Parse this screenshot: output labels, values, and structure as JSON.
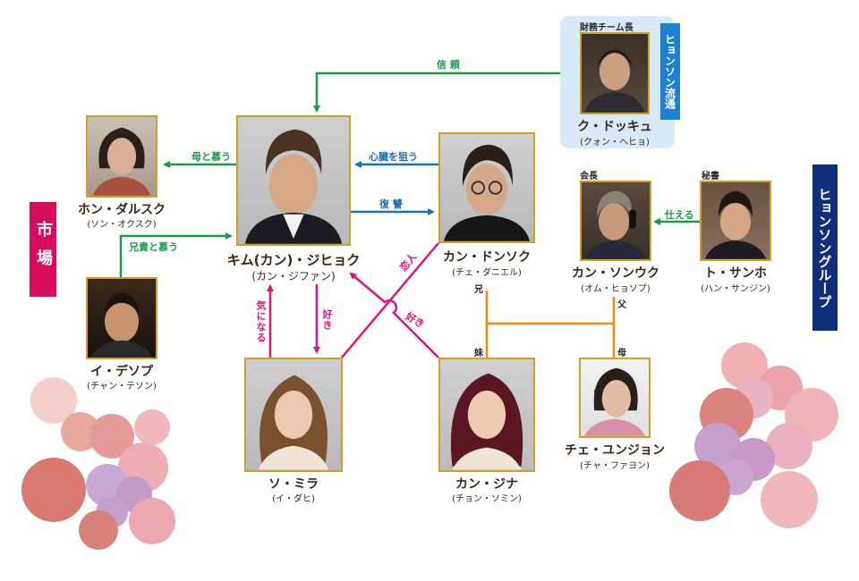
{
  "colors": {
    "green": "#1a9a4a",
    "blue": "#1f6fb5",
    "pink": "#e0127c",
    "orange": "#f08a0c",
    "frame": "#c9a227",
    "market_label": "#d70c5c",
    "hyunsung_group_label": "#0f2f7a",
    "hyunsung_retail_label": "#1f7fd0",
    "hyunsung_retail_box": "#d6eaf8"
  },
  "groups": {
    "market": "市場",
    "hyunsung_group": "ヒョンソングループ",
    "hyunsung_retail": "ヒョンソン流通"
  },
  "characters": {
    "kim_jihyuk": {
      "name": "キム(カン)・ジヒョク",
      "actor": "(カン・ジファン)",
      "role": ""
    },
    "kang_dongsuk": {
      "name": "カン・ドンソク",
      "actor": "(チェ・ダニエル)",
      "role": ""
    },
    "hong_dalsuk": {
      "name": "ホン・ダルスク",
      "actor": "(ソン・オクスク)",
      "role": ""
    },
    "lee_daesub": {
      "name": "イ・デソプ",
      "actor": "(チャン・テソン)",
      "role": ""
    },
    "so_mira": {
      "name": "ソ・ミラ",
      "actor": "(イ・ダヒ)",
      "role": ""
    },
    "kang_jina": {
      "name": "カン・ジナ",
      "actor": "(チョン・ソミン)",
      "role": ""
    },
    "ku_dukhyu": {
      "name": "ク・ドッキュ",
      "actor": "(クォン・ヘヒョ)",
      "role": "財務チーム長"
    },
    "kang_sungwook": {
      "name": "カン・ソンウク",
      "actor": "(オム・ヒョソプ)",
      "role": "会長"
    },
    "do_sangho": {
      "name": "ト・サンホ",
      "actor": "(ハン・サンジン)",
      "role": "秘書"
    },
    "choi_eunjung": {
      "name": "チェ・ユンジョン",
      "actor": "(チャ・ファヨン)",
      "role": ""
    }
  },
  "relations": {
    "trust": "信 頼",
    "mother_like": "母と慕う",
    "brother_like": "兄貴と慕う",
    "target_heart": "心臓を狙う",
    "revenge": "復 讐",
    "serves": "仕える",
    "lover": "恋人",
    "likes_1": "好き",
    "likes_2": "好き",
    "concerned": "気になる",
    "older_brother": "兄",
    "younger_sister": "妹",
    "father": "父",
    "mother": "母"
  }
}
